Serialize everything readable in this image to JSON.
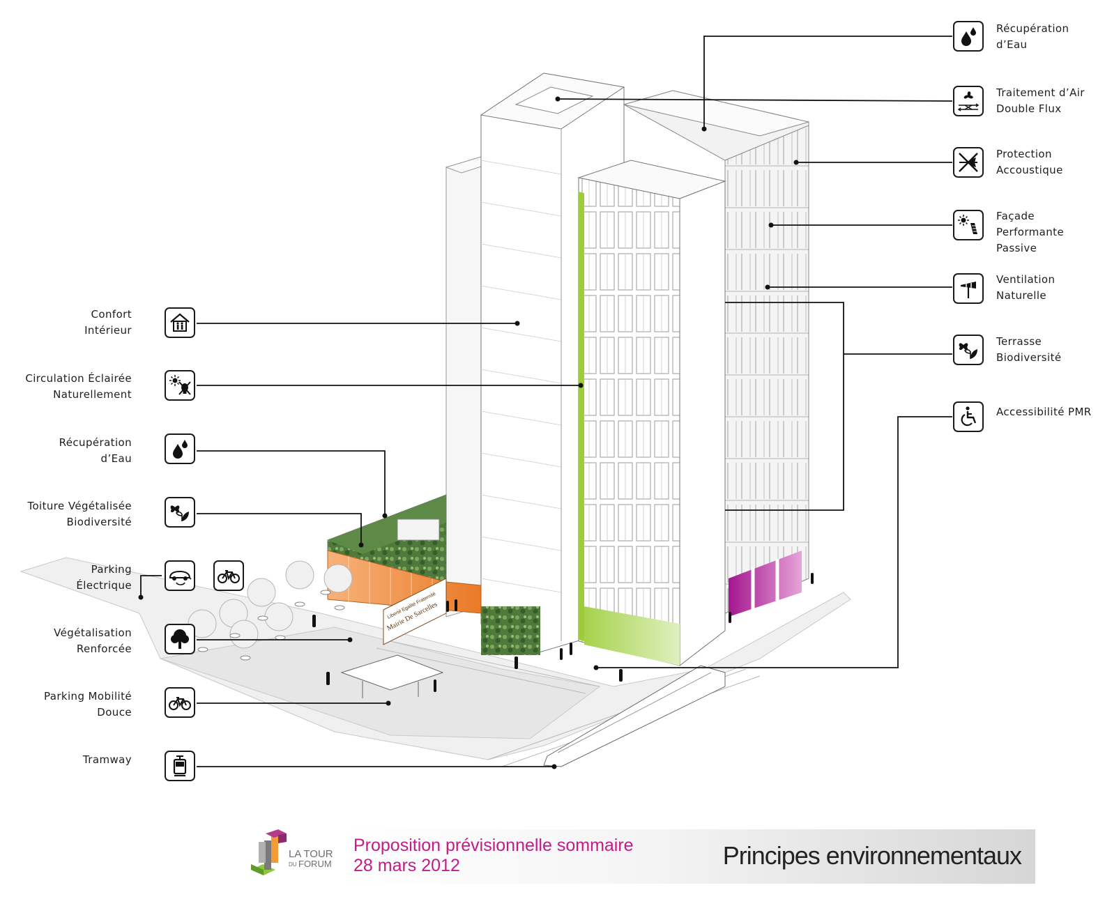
{
  "labels": {
    "confort": "Confort\nIntérieur",
    "circulation": "Circulation Éclairée\nNaturellement",
    "recup_left": "Récupération\nd’Eau",
    "toiture": "Toiture Végétalisée\nBiodiversité",
    "parking_elec": "Parking\nÉlectrique",
    "vegetalisation": "Végétalisation\nRenforcée",
    "parking_douce": "Parking Mobilité\nDouce",
    "tramway": "Tramway",
    "recup_right": "Récupération\nd’Eau",
    "traitement": "Traitement d’Air\nDouble Flux",
    "protection": "Protection\nAccoustique",
    "facade": "Façade Performante\nPassive",
    "ventilation": "Ventilation\nNaturelle",
    "terrasse": "Terrasse\nBiodiversité",
    "accessibilite": "Accessibilité PMR"
  },
  "icons": {
    "confort": "house-people-icon",
    "circulation": "sun-bulb-icon",
    "recup_left": "water-drops-icon",
    "toiture": "butterfly-leaf-icon",
    "parking_elec": "electric-car-icon",
    "parking_elec_bike": "bicycle-icon",
    "vegetalisation": "tree-icon",
    "parking_douce": "bicycle-icon",
    "tramway": "tram-icon",
    "recup_right": "water-drops-icon",
    "traitement": "fan-double-flow-icon",
    "protection": "sound-barrier-icon",
    "facade": "sun-shutter-icon",
    "ventilation": "windsock-icon",
    "terrasse": "butterfly-leaf-icon",
    "accessibilite": "wheelchair-icon"
  },
  "building": {
    "plaque_line1": "Liberté Egalité Fraternité",
    "plaque_line2": "Mairie De Sarcelles"
  },
  "footer": {
    "logo_line1": "LA TOUR",
    "logo_du": "DU",
    "logo_line2": "FORUM",
    "subtitle": "Proposition prévisionnelle sommaire",
    "date": "28 mars 2012",
    "title": "Principes environnementaux"
  },
  "colors": {
    "accent_pink": "#c21c8a",
    "facade_green": "#9ccc3a",
    "lobby_orange": "#f08a3c",
    "magenta_facade": "#b0209a"
  }
}
